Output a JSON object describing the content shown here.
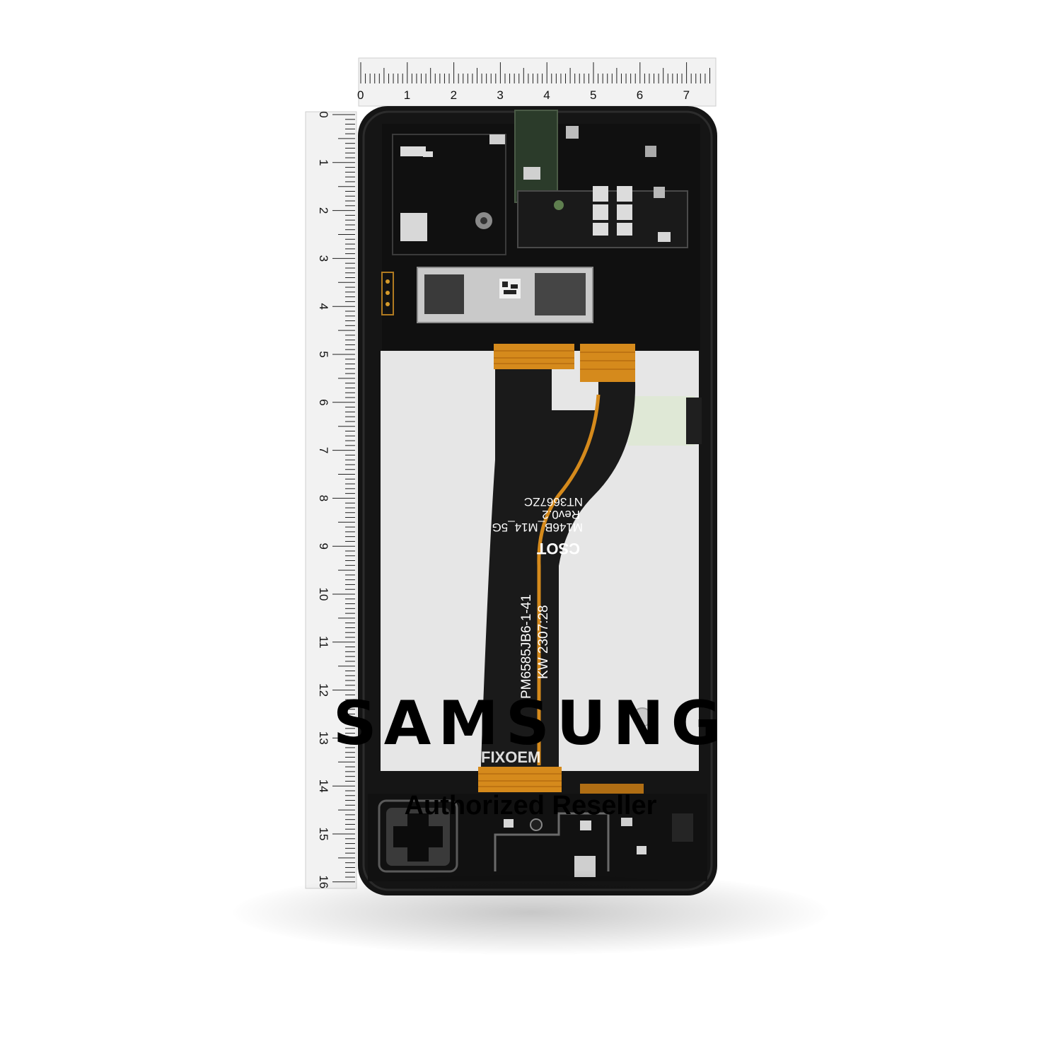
{
  "ruler_top": {
    "labels": [
      "0",
      "1",
      "2",
      "3",
      "4",
      "5",
      "6",
      "7"
    ]
  },
  "ruler_left": {
    "labels": [
      "0",
      "1",
      "2",
      "3",
      "4",
      "5",
      "6",
      "7",
      "8",
      "9",
      "10",
      "11",
      "12",
      "13",
      "14",
      "15",
      "16"
    ]
  },
  "flex_print": {
    "line1": "NT3667ZC",
    "line2": "Rev0.2",
    "line3": "M146B_M14_5G",
    "line4": "CSOT",
    "line5": "PM6585JB6-1-41",
    "line6": "KW 2307:28"
  },
  "watermark": "FIXOEM",
  "brand": {
    "name": "SAMSUNG",
    "tagline": "Authorized Reseller"
  },
  "colors": {
    "frame": "#151515",
    "flex": "#1a1a1a",
    "copper": "#d58a1c",
    "panel": "#e6e6e6",
    "ruler": "#f2f2f2"
  }
}
